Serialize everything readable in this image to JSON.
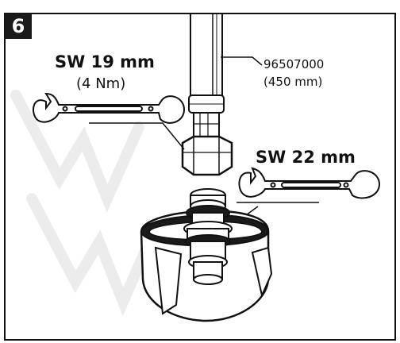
{
  "step": {
    "number": "6"
  },
  "labels": {
    "wrench_small_size": "SW 19 mm",
    "wrench_small_torque": "(4 Nm)",
    "hose_part_number": "96507000",
    "hose_length": "(450 mm)",
    "wrench_large_size": "SW 22 mm"
  },
  "colors": {
    "line": "#111111",
    "fill_dark": "#1a1a1a",
    "watermark": "#e8e8e8"
  }
}
